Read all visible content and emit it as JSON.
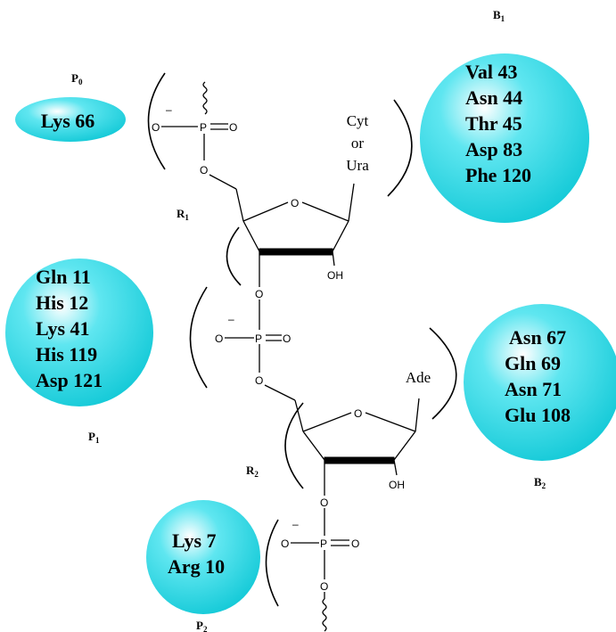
{
  "colors": {
    "sphere_light": "#ffffff",
    "sphere_mid": "#5fe6f0",
    "sphere_dark": "#10c8d6",
    "ink": "#000000"
  },
  "sites": {
    "P0": {
      "label": "P",
      "sub": "0",
      "residues": [
        "Lys 66"
      ]
    },
    "B1": {
      "label": "B",
      "sub": "1",
      "residues": [
        "Val 43",
        "Asn 44",
        "Thr 45",
        "Asp 83",
        "Phe 120"
      ]
    },
    "R1": {
      "label": "R",
      "sub": "1"
    },
    "P1": {
      "label": "P",
      "sub": "1",
      "residues": [
        "Gln 11",
        "His 12",
        "Lys 41",
        "His 119",
        "Asp 121"
      ]
    },
    "B2": {
      "label": "B",
      "sub": "2",
      "residues": [
        "Asn 67",
        "Gln 69",
        "Asn 71",
        "Glu 108"
      ]
    },
    "R2": {
      "label": "R",
      "sub": "2"
    },
    "P2": {
      "label": "P",
      "sub": "2",
      "residues": [
        "Lys 7",
        "Arg 10"
      ]
    }
  },
  "bases": {
    "base1": [
      "Cyt",
      "or",
      "Ura"
    ],
    "base2": "Ade"
  },
  "atoms": {
    "oxygen": "O",
    "phosphorus": "P",
    "hydroxyl": "OH",
    "charge": "–"
  }
}
